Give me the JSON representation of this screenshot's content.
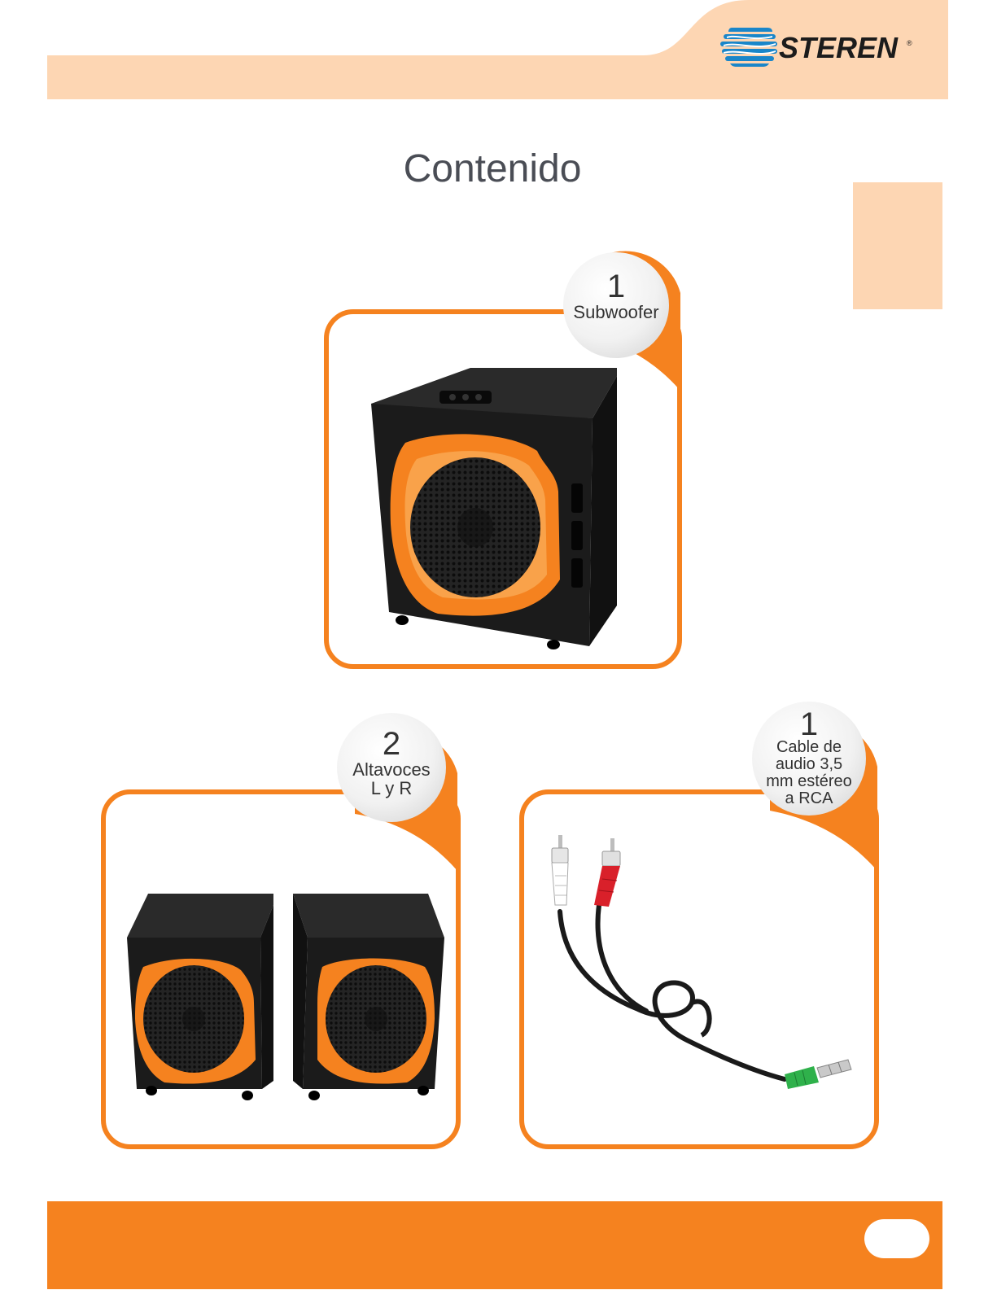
{
  "brand": {
    "name": "STEREN",
    "reg_mark": "®"
  },
  "page": {
    "title": "Contenido"
  },
  "items": [
    {
      "quantity": "1",
      "label_lines": [
        "Subwoofer"
      ]
    },
    {
      "quantity": "2",
      "label_lines": [
        "Altavoces",
        "L y R"
      ]
    },
    {
      "quantity": "1",
      "label_lines": [
        "Cable de",
        "audio 3,5",
        "mm estéreo",
        "a RCA"
      ]
    }
  ],
  "colors": {
    "accent": "#f5821f",
    "header_band": "#fdd6b3",
    "logo_blue": "#1a86c9",
    "speaker_body": "#1b1b1b"
  }
}
